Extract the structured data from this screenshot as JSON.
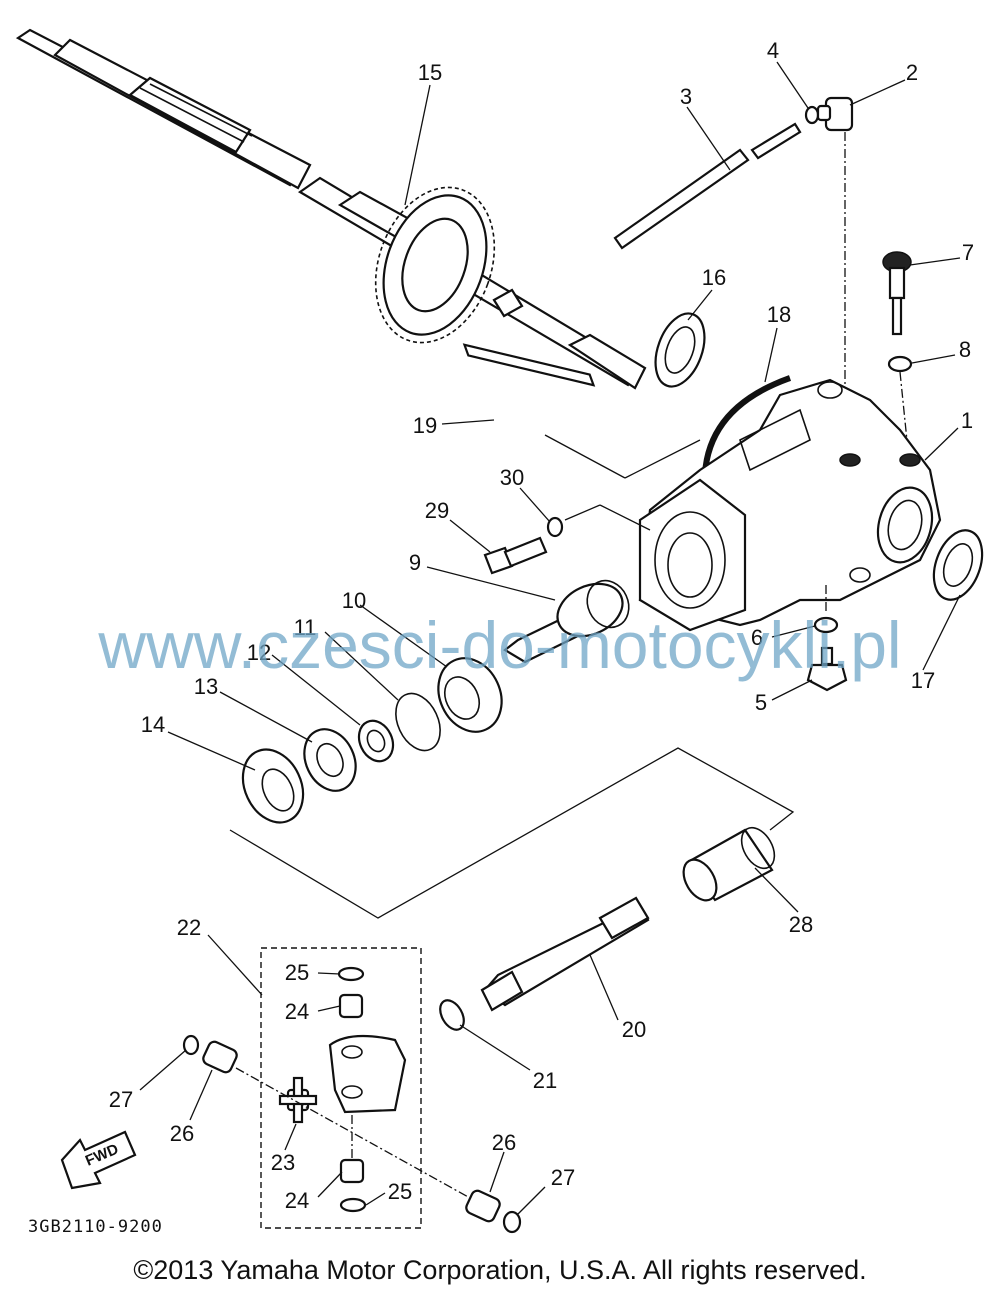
{
  "diagram": {
    "part_labels": [
      "1",
      "2",
      "3",
      "4",
      "5",
      "6",
      "7",
      "8",
      "9",
      "10",
      "11",
      "12",
      "13",
      "14",
      "15",
      "16",
      "17",
      "18",
      "19",
      "20",
      "21",
      "22",
      "23",
      "24",
      "25",
      "26",
      "27",
      "28",
      "29",
      "30"
    ],
    "label_23": "23",
    "label_24a": "24",
    "label_24b": "24",
    "label_25a": "25",
    "label_25b": "25",
    "label_26a": "26",
    "label_26b": "26",
    "label_27a": "27",
    "label_27b": "27",
    "drawing_code": "3GB2110-9200",
    "fwd_label": "FWD",
    "watermark": "www.czesci-do-motocykli.pl",
    "copyright": "©2013 Yamaha Motor Corporation, U.S.A. All rights reserved."
  }
}
